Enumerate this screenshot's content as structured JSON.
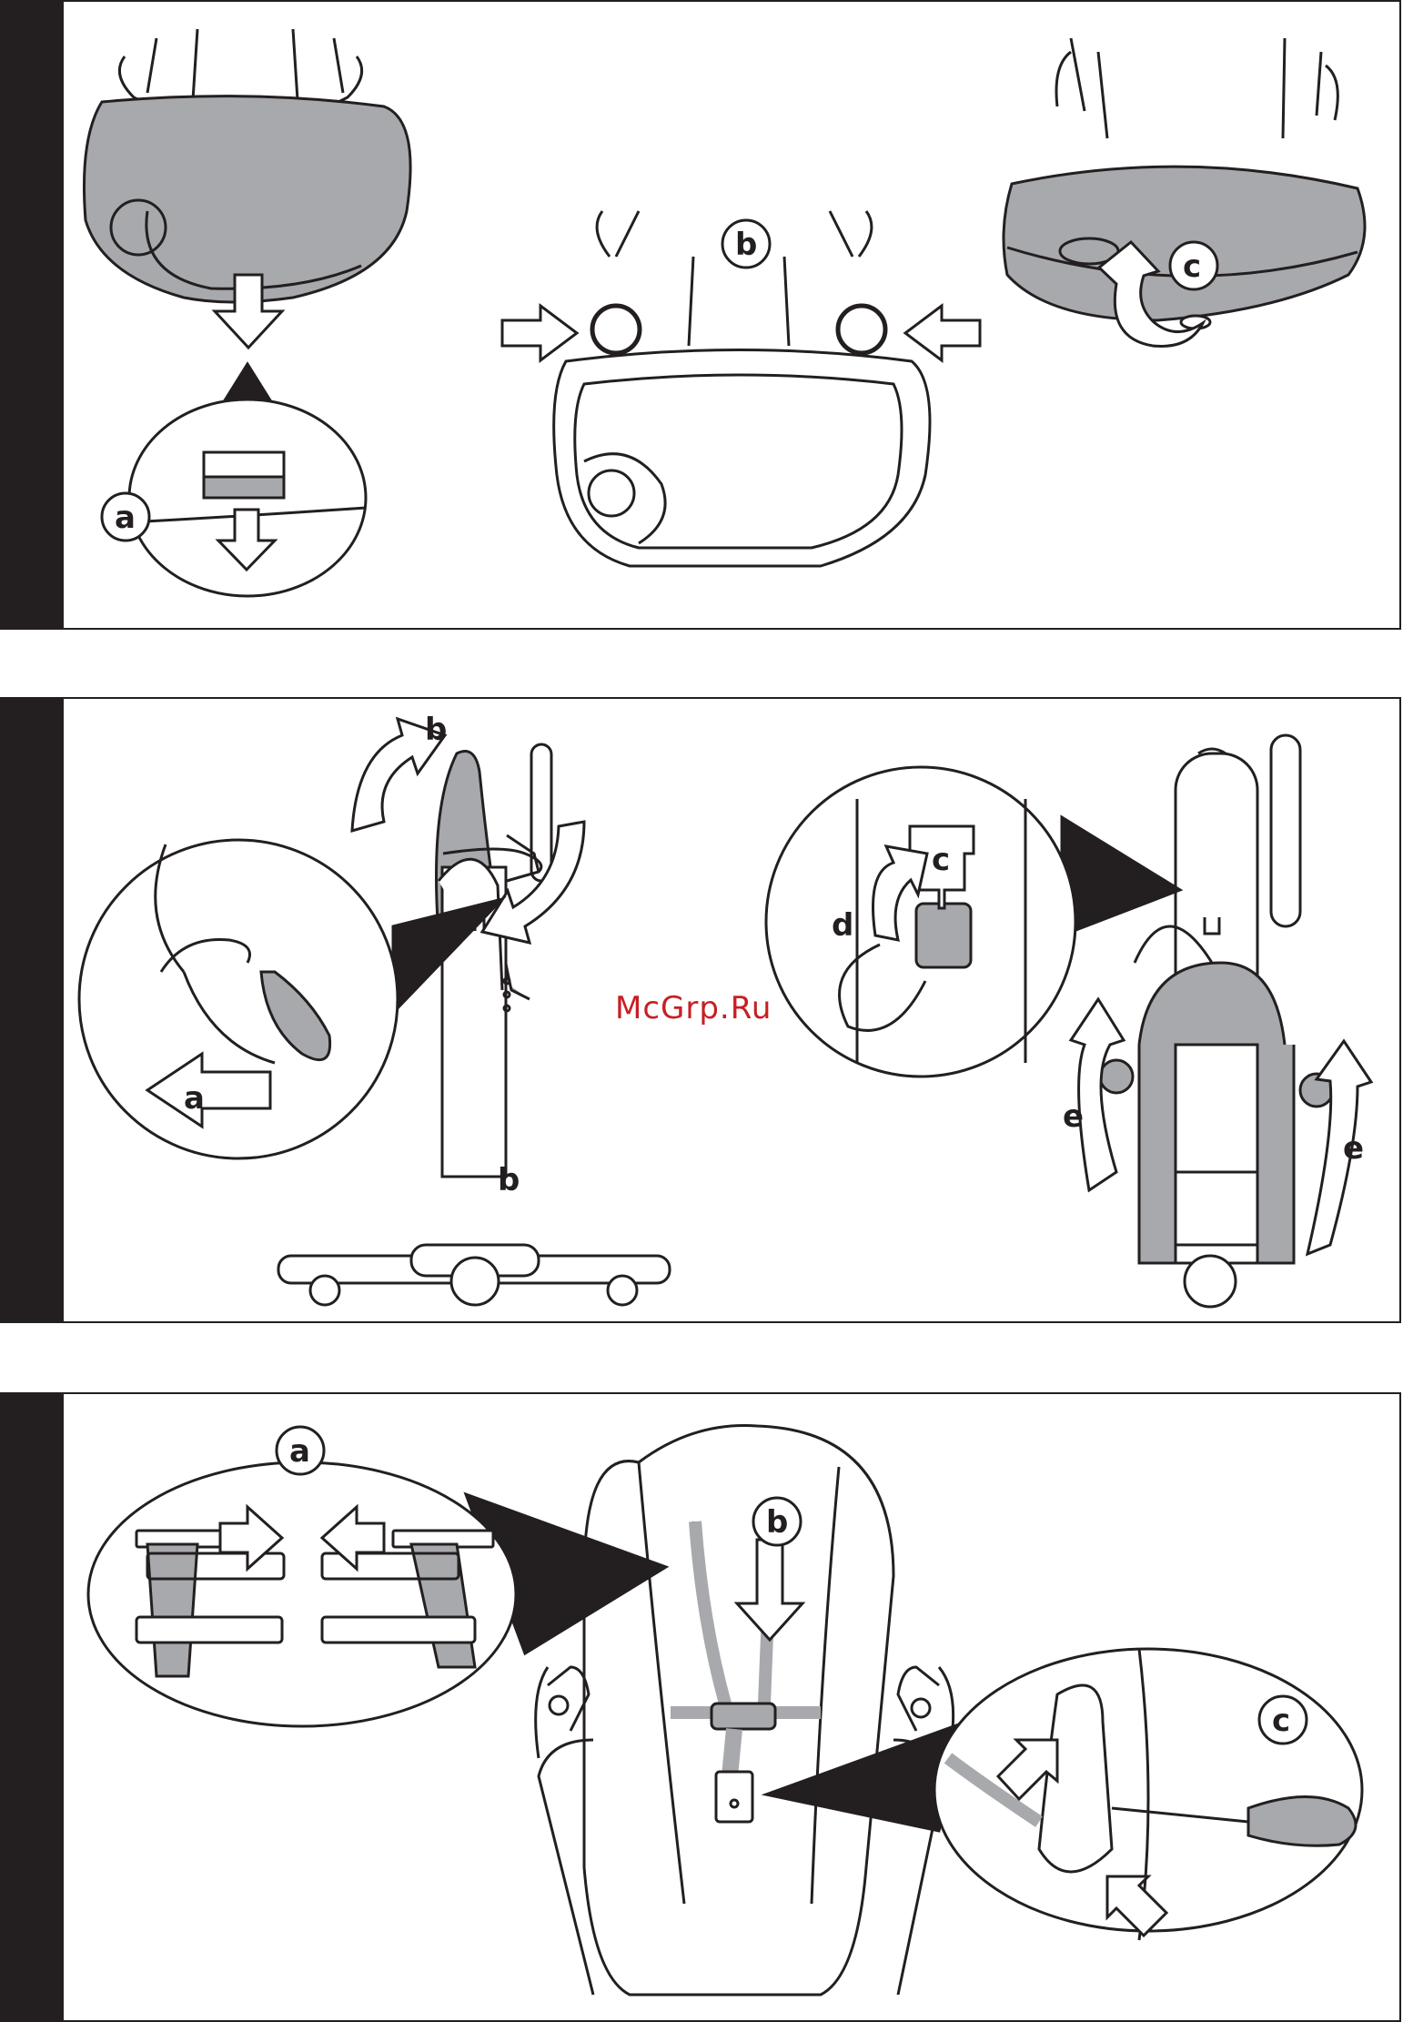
{
  "panels": [
    {
      "id": "tray-removal",
      "callouts": [
        "a",
        "b",
        "c"
      ]
    },
    {
      "id": "fold-frame",
      "callouts": [
        "a",
        "b",
        "b",
        "c",
        "d",
        "e",
        "e"
      ]
    },
    {
      "id": "harness",
      "callouts": [
        "a",
        "b",
        "c"
      ]
    }
  ],
  "watermark": "McGrp.Ru",
  "colors": {
    "ink": "#231f20",
    "fill": "#a7a9ac",
    "paper": "#ffffff",
    "watermark": "#c81e24"
  }
}
